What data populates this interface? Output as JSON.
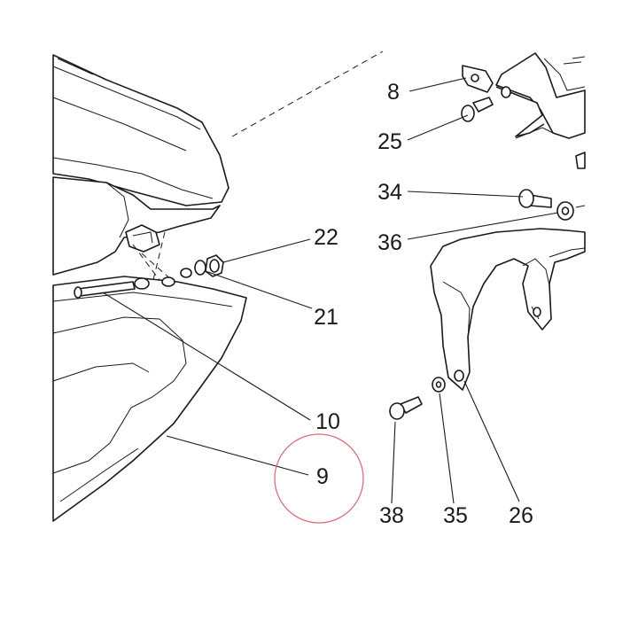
{
  "callouts": [
    {
      "id": "c8",
      "label": "8"
    },
    {
      "id": "c25",
      "label": "25"
    },
    {
      "id": "c34",
      "label": "34"
    },
    {
      "id": "c36",
      "label": "36"
    },
    {
      "id": "c22",
      "label": "22"
    },
    {
      "id": "c21",
      "label": "21"
    },
    {
      "id": "c10",
      "label": "10"
    },
    {
      "id": "c9",
      "label": "9"
    },
    {
      "id": "c38",
      "label": "38"
    },
    {
      "id": "c35",
      "label": "35"
    },
    {
      "id": "c26",
      "label": "26"
    }
  ],
  "colors": {
    "line": "#1a1a1a",
    "highlight_circle": "#d9707a",
    "background": "#ffffff"
  },
  "highlighted_callout": "9"
}
